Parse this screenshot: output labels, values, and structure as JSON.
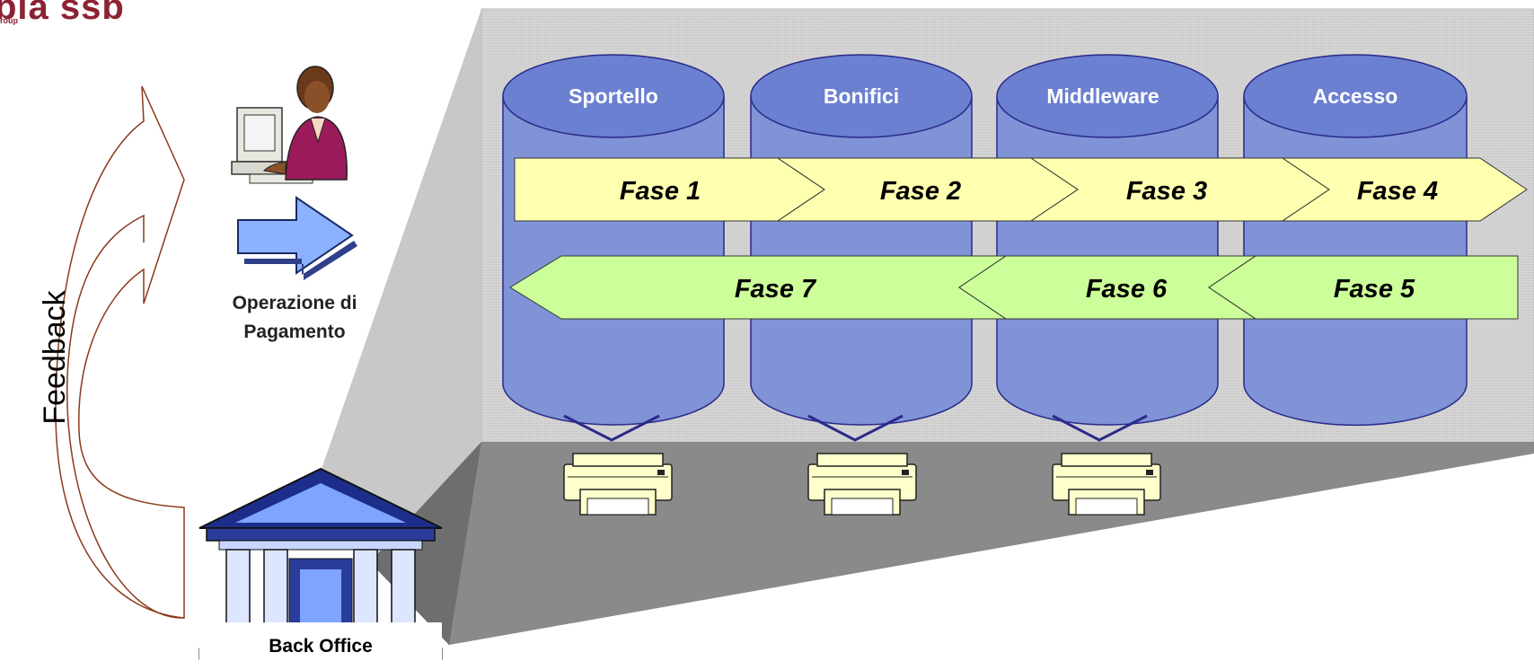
{
  "logo": {
    "text": "bia ssb",
    "subtext": "roup"
  },
  "feedback": {
    "label": "Feedback"
  },
  "operation": {
    "label_line1": "Operazione di",
    "label_line2": "Pagamento"
  },
  "back_office": {
    "label": "Back Office"
  },
  "systems": [
    {
      "label": "Sportello"
    },
    {
      "label": "Bonifici"
    },
    {
      "label": "Middleware"
    },
    {
      "label": "Accesso"
    }
  ],
  "forward_phases": [
    {
      "label": "Fase 1"
    },
    {
      "label": "Fase 2"
    },
    {
      "label": "Fase 3"
    },
    {
      "label": "Fase 4"
    }
  ],
  "return_phases": [
    {
      "label": "Fase 7"
    },
    {
      "label": "Fase 6"
    },
    {
      "label": "Fase 5"
    }
  ],
  "colors": {
    "cylinder_fill": "#7f93d6",
    "cylinder_stroke": "#2a2a8a",
    "forward_arrow": "#ffffb0",
    "return_arrow": "#ccff99",
    "wall": "#d8d8d8",
    "floor": "#8a8a8a",
    "brand": "#8c2233"
  }
}
